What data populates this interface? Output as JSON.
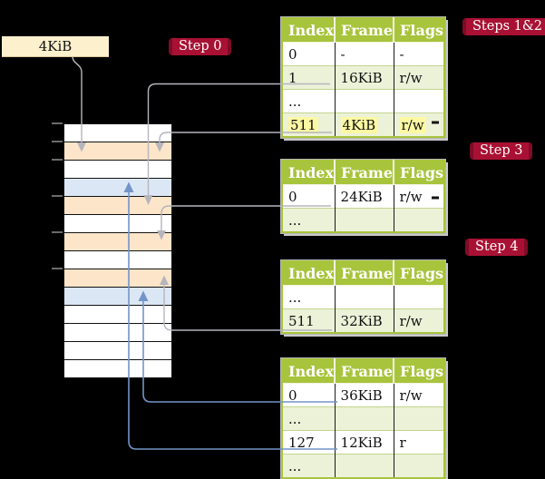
{
  "register": {
    "label": "4KiB"
  },
  "badges": {
    "step0": "Step 0",
    "steps12": "Steps 1&2",
    "step3": "Step 3",
    "step4": "Step 4"
  },
  "page_tables": [
    {
      "id": "page-table-steps-1-2",
      "headers": [
        "Index",
        "Frame",
        "Flags"
      ],
      "rows": [
        {
          "cells": [
            "0",
            "-",
            "-"
          ],
          "shaded": false,
          "highlighted": false
        },
        {
          "cells": [
            "1",
            "16KiB",
            "r/w"
          ],
          "shaded": true,
          "highlighted": false
        },
        {
          "cells": [
            "...",
            "",
            ""
          ],
          "shaded": false,
          "highlighted": false
        },
        {
          "cells": [
            "511",
            "4KiB",
            "r/w"
          ],
          "shaded": true,
          "highlighted": true
        }
      ]
    },
    {
      "id": "page-table-step-3",
      "headers": [
        "Index",
        "Frame",
        "Flags"
      ],
      "rows": [
        {
          "cells": [
            "0",
            "24KiB",
            "r/w"
          ],
          "shaded": false,
          "highlighted": false
        },
        {
          "cells": [
            "...",
            "",
            ""
          ],
          "shaded": true,
          "highlighted": false
        }
      ]
    },
    {
      "id": "page-table-step-4",
      "headers": [
        "Index",
        "Frame",
        "Flags"
      ],
      "rows": [
        {
          "cells": [
            "...",
            "",
            ""
          ],
          "shaded": false,
          "highlighted": false
        },
        {
          "cells": [
            "511",
            "32KiB",
            "r/w"
          ],
          "shaded": true,
          "highlighted": false
        }
      ]
    },
    {
      "id": "page-table-final",
      "headers": [
        "Index",
        "Frame",
        "Flags"
      ],
      "rows": [
        {
          "cells": [
            "0",
            "36KiB",
            "r/w"
          ],
          "shaded": false,
          "highlighted": false
        },
        {
          "cells": [
            "...",
            "",
            ""
          ],
          "shaded": true,
          "highlighted": false
        },
        {
          "cells": [
            "127",
            "12KiB",
            "r"
          ],
          "shaded": false,
          "highlighted": false
        },
        {
          "cells": [
            "...",
            "",
            ""
          ],
          "shaded": true,
          "highlighted": false
        }
      ]
    }
  ],
  "memory": {
    "rows": [
      {
        "color": "plain"
      },
      {
        "color": "orange"
      },
      {
        "color": "plain"
      },
      {
        "color": "blue"
      },
      {
        "color": "orange"
      },
      {
        "color": "plain"
      },
      {
        "color": "orange"
      },
      {
        "color": "plain"
      },
      {
        "color": "orange"
      },
      {
        "color": "blue"
      },
      {
        "color": "plain"
      },
      {
        "color": "plain"
      },
      {
        "color": "plain"
      },
      {
        "color": "plain"
      }
    ]
  },
  "colors": {
    "badge_red": "#a81133",
    "table_header_green": "#a7c43c",
    "table_row_green": "#ebf2d8",
    "highlight_yellow": "#fdf9a2",
    "memory_orange": "#fce5c9",
    "memory_blue": "#dbe7f5",
    "register_cream": "#fcf0cd",
    "arrow_gray": "#b5b5bd",
    "arrow_blue": "#7394c7"
  }
}
